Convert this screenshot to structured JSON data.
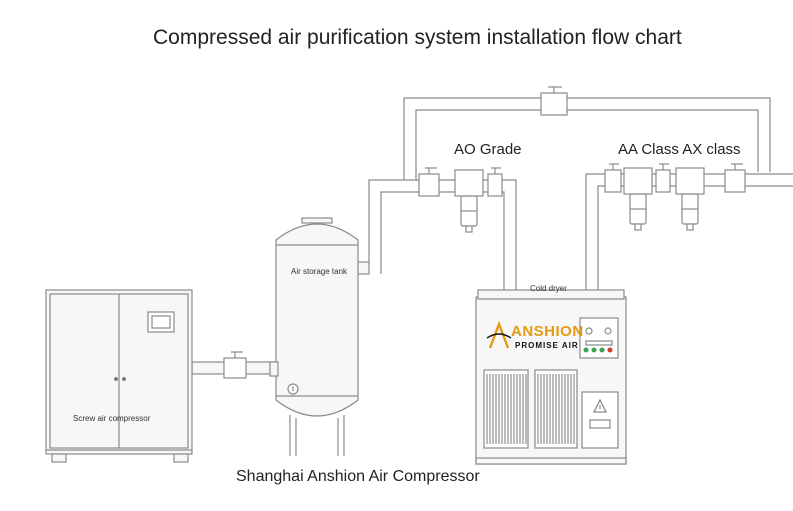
{
  "title": "Compressed air purification system installation flow chart",
  "footer": "Shanghai Anshion Air Compressor",
  "labels": {
    "ao_grade": "AO Grade",
    "aa_ax_class": "AA Class AX class",
    "air_storage_tank": "Air storage tank",
    "cold_dryer": "Cold dryer",
    "screw_air_compressor": "Screw air compressor"
  },
  "logo": {
    "brand": "ANSHION",
    "tagline": "PROMISE AIR",
    "color": "#e59a12"
  },
  "colors": {
    "line": "#8a8a8a",
    "fill": "#f7f7f7",
    "panel_button_green": "#3aa655",
    "panel_button_red": "#d23b2b"
  }
}
